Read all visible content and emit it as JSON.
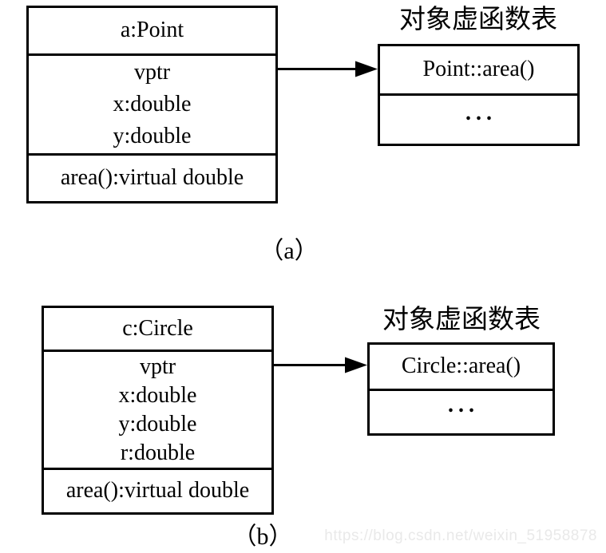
{
  "diagram_a": {
    "object_box": {
      "title": "a:Point",
      "fields": [
        "vptr",
        "x:double",
        "y:double"
      ],
      "method": "area():virtual double"
    },
    "vtable": {
      "label": "对象虚函数表",
      "entries": [
        "Point::area()",
        "..."
      ]
    },
    "caption": "（a）"
  },
  "diagram_b": {
    "object_box": {
      "title": "c:Circle",
      "fields": [
        "vptr",
        "x:double",
        "y:double",
        "r:double"
      ],
      "method": "area():virtual double"
    },
    "vtable": {
      "label": "对象虚函数表",
      "entries": [
        "Circle::area()",
        "..."
      ]
    },
    "caption": "（b）"
  },
  "watermark": "https://blog.csdn.net/weixin_51958878",
  "colors": {
    "line": "#000000",
    "background": "#ffffff",
    "watermark": "#e9e9e9"
  }
}
